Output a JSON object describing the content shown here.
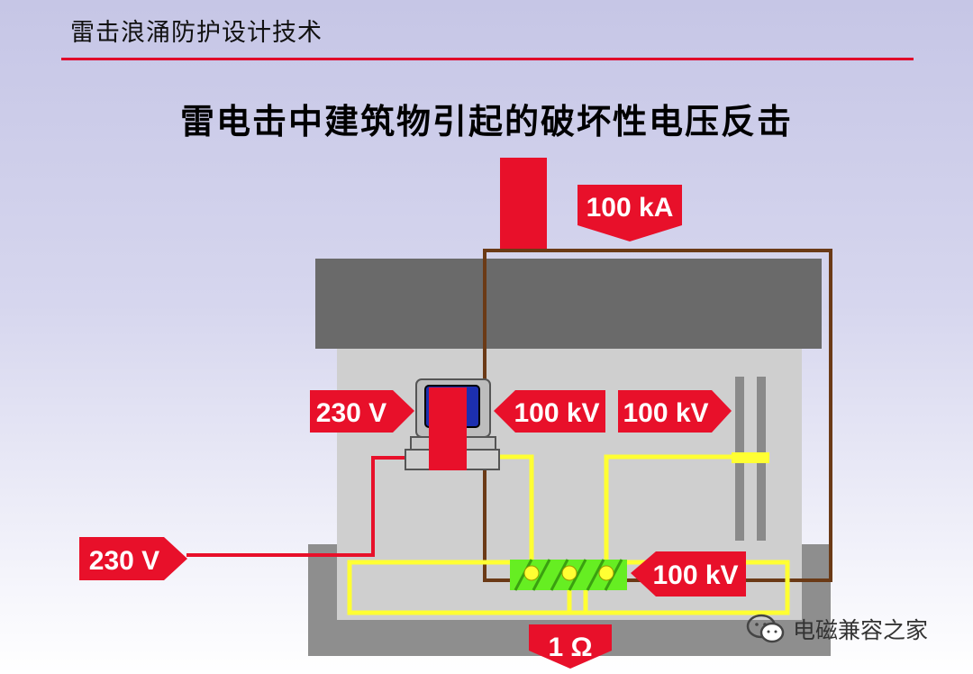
{
  "header": {
    "title": "雷击浪涌防护设计技术"
  },
  "slide": {
    "title": "雷电击中建筑物引起的破坏性电压反击"
  },
  "labels": {
    "current_top": "100 kA",
    "voltage_mains_inside": "230 V",
    "voltage_mains_outside": "230 V",
    "voltage_computer": "100 kV",
    "voltage_pipes": "100 kV",
    "voltage_earth_bar": "100 kV",
    "earth_resistance": "1 Ω"
  },
  "watermark": {
    "text": "电磁兼容之家",
    "icon": "wechat-icon"
  },
  "colors": {
    "label_red": "#e8102a",
    "down_conductor": "#6b3a16",
    "equipotential_bond": "#ffff33",
    "bonding_bar": "#66ee22",
    "roof": "#6a6a6a",
    "wall": "#cfcfcf",
    "foundation": "#8e8e8e",
    "monitor_screen": "#1c2fb0"
  }
}
